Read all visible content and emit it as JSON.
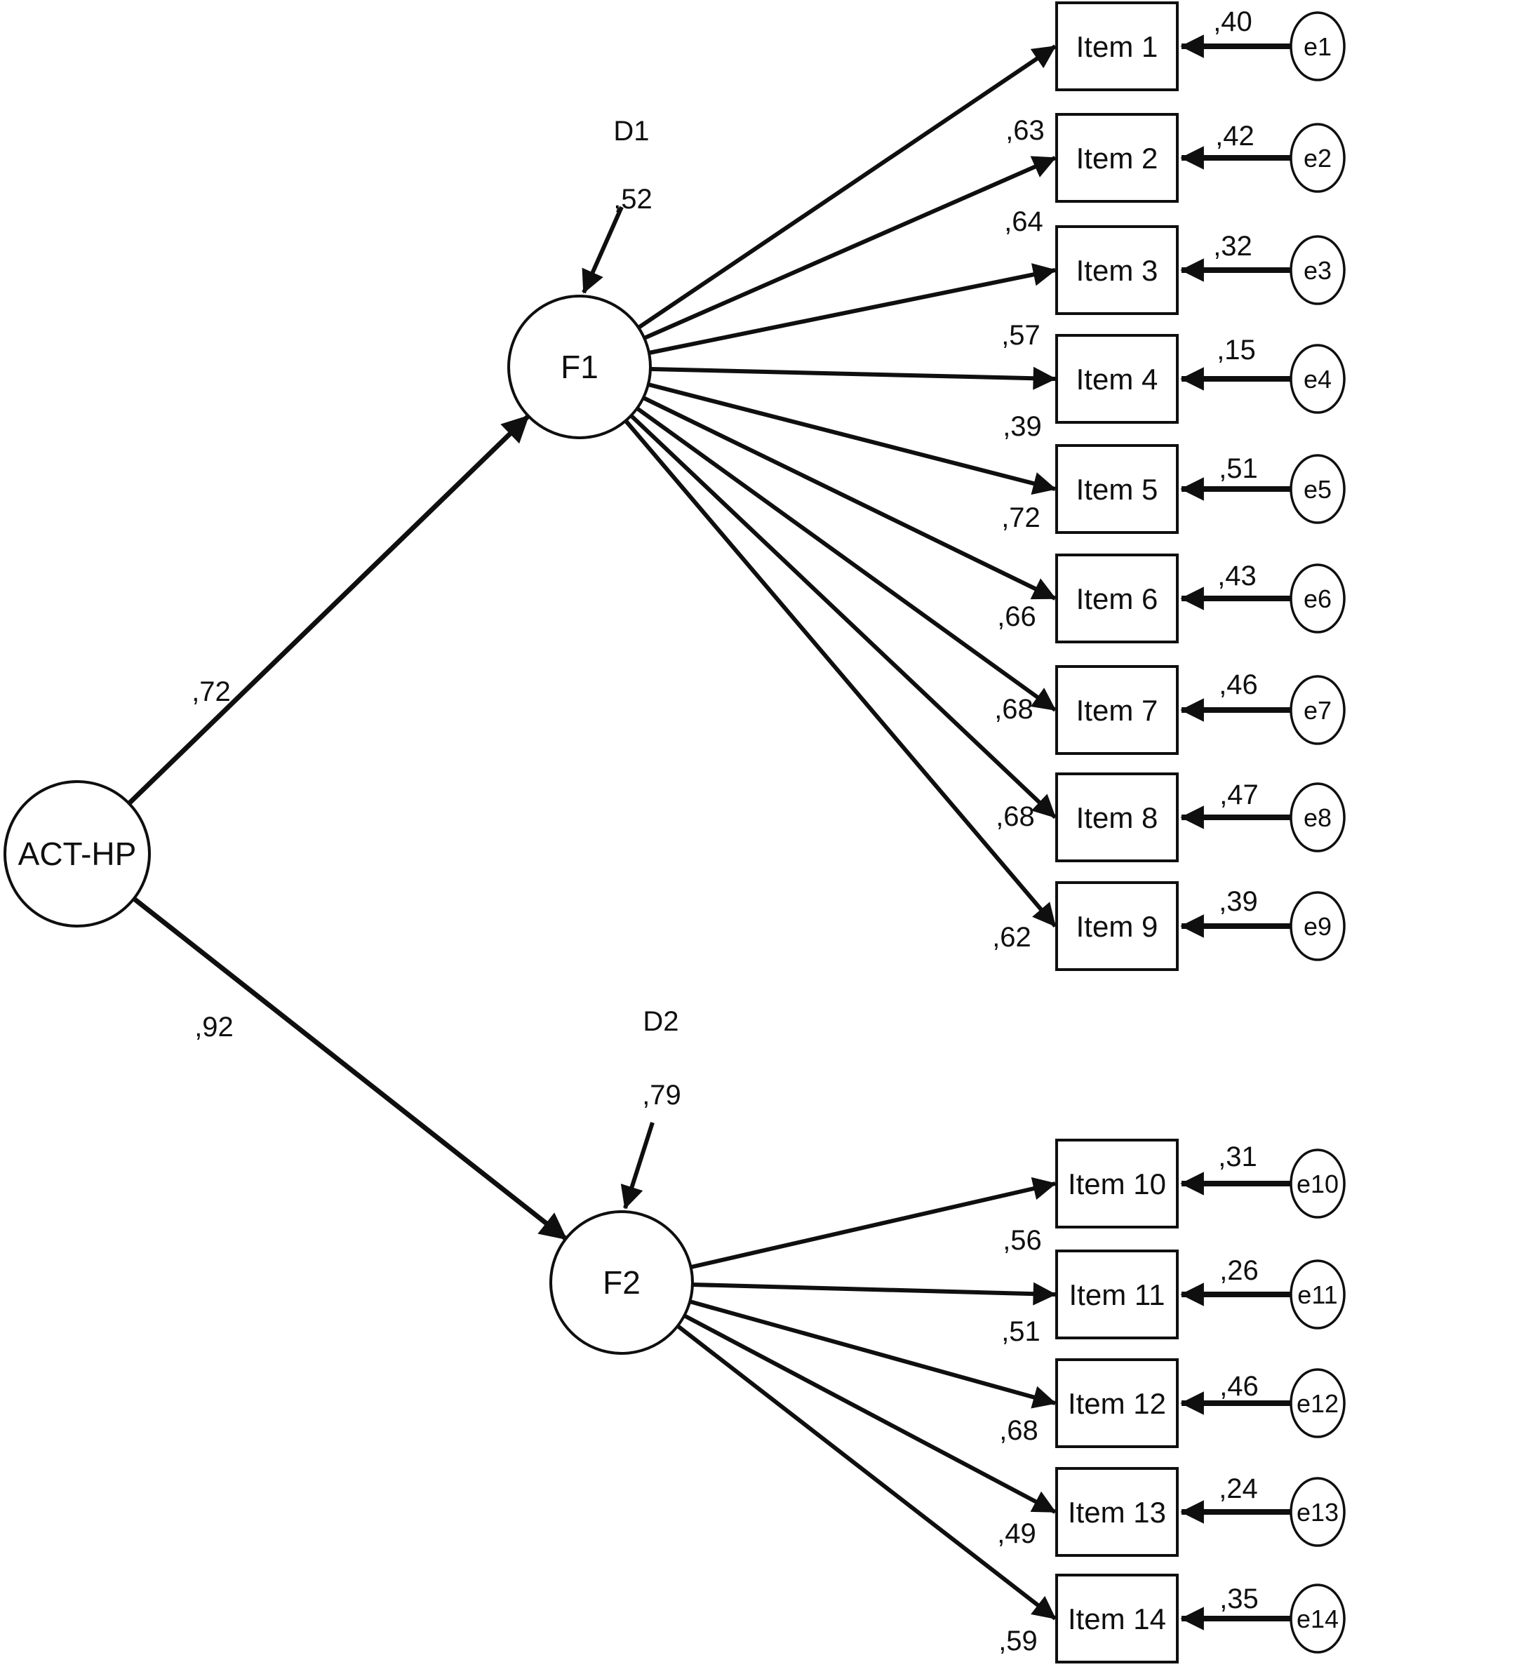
{
  "root": {
    "label": "ACT-HP",
    "to_f1": ",72",
    "to_f2": ",92"
  },
  "d1": {
    "label": "D1",
    "value": ",52"
  },
  "d2": {
    "label": "D2",
    "value": ",79"
  },
  "f1": {
    "label": "F1",
    "indicators": [
      {
        "label": "Item 1",
        "loading": ",63",
        "error_label": "e1",
        "error_value": ",40"
      },
      {
        "label": "Item 2",
        "loading": ",64",
        "error_label": "e2",
        "error_value": ",42"
      },
      {
        "label": "Item 3",
        "loading": ",57",
        "error_label": "e3",
        "error_value": ",32"
      },
      {
        "label": "Item 4",
        "loading": ",39",
        "error_label": "e4",
        "error_value": ",15"
      },
      {
        "label": "Item 5",
        "loading": ",72",
        "error_label": "e5",
        "error_value": ",51"
      },
      {
        "label": "Item 6",
        "loading": ",66",
        "error_label": "e6",
        "error_value": ",43"
      },
      {
        "label": "Item 7",
        "loading": ",68",
        "error_label": "e7",
        "error_value": ",46"
      },
      {
        "label": "Item 8",
        "loading": ",68",
        "error_label": "e8",
        "error_value": ",47"
      },
      {
        "label": "Item 9",
        "loading": ",62",
        "error_label": "e9",
        "error_value": ",39"
      }
    ]
  },
  "f2": {
    "label": "F2",
    "indicators": [
      {
        "label": "Item 10",
        "loading": ",56",
        "error_label": "e10",
        "error_value": ",31"
      },
      {
        "label": "Item 11",
        "loading": ",51",
        "error_label": "e11",
        "error_value": ",26"
      },
      {
        "label": "Item 12",
        "loading": ",68",
        "error_label": "e12",
        "error_value": ",46"
      },
      {
        "label": "Item 13",
        "loading": ",49",
        "error_label": "e13",
        "error_value": ",24"
      },
      {
        "label": "Item 14",
        "loading": ",59",
        "error_label": "e14",
        "error_value": ",35"
      }
    ]
  }
}
